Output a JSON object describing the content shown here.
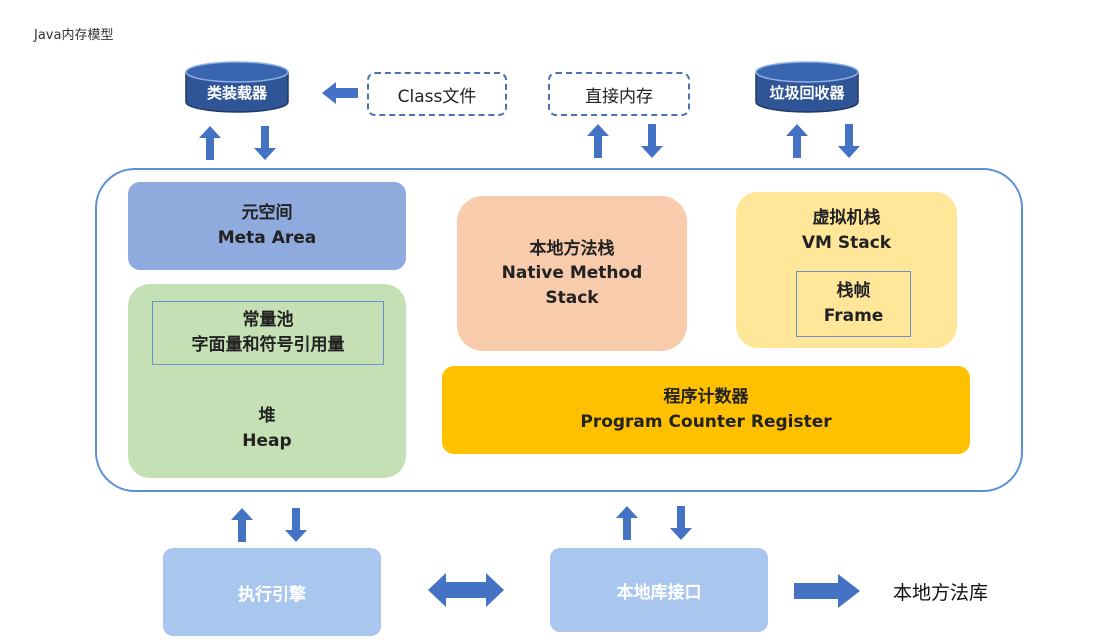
{
  "page": {
    "title": "Java内存模型"
  },
  "top": {
    "class_loader": "类装载器",
    "class_file": "Class文件",
    "direct_memory": "直接内存",
    "garbage_collector": "垃圾回收器"
  },
  "memory": {
    "meta_area": {
      "cn": "元空间",
      "en": "Meta Area"
    },
    "constant_pool": {
      "title": "常量池",
      "subtitle": "字面量和符号引用量"
    },
    "heap": {
      "cn": "堆",
      "en": "Heap"
    },
    "native_method_stack": {
      "cn": "本地方法栈",
      "en_line1": "Native Method",
      "en_line2": "Stack"
    },
    "vm_stack": {
      "cn": "虚拟机栈",
      "en": "VM Stack"
    },
    "frame": {
      "cn": "栈帧",
      "en": "Frame"
    },
    "program_counter": {
      "cn": "程序计数器",
      "en": "Program Counter Register"
    }
  },
  "bottom": {
    "execution_engine": "执行引擎",
    "native_interface": "本地库接口",
    "native_library": "本地方法库"
  },
  "colors": {
    "cylinder": "#2f5597",
    "frame_border": "#5b8fd6",
    "arrow": "#4472c4",
    "meta_area": "#8faadc",
    "heap": "#c5e0b4",
    "native_stack": "#f8cbad",
    "vm_stack": "#ffe699",
    "program_counter": "#ffc000",
    "bottom_box": "#a9c6ee"
  }
}
